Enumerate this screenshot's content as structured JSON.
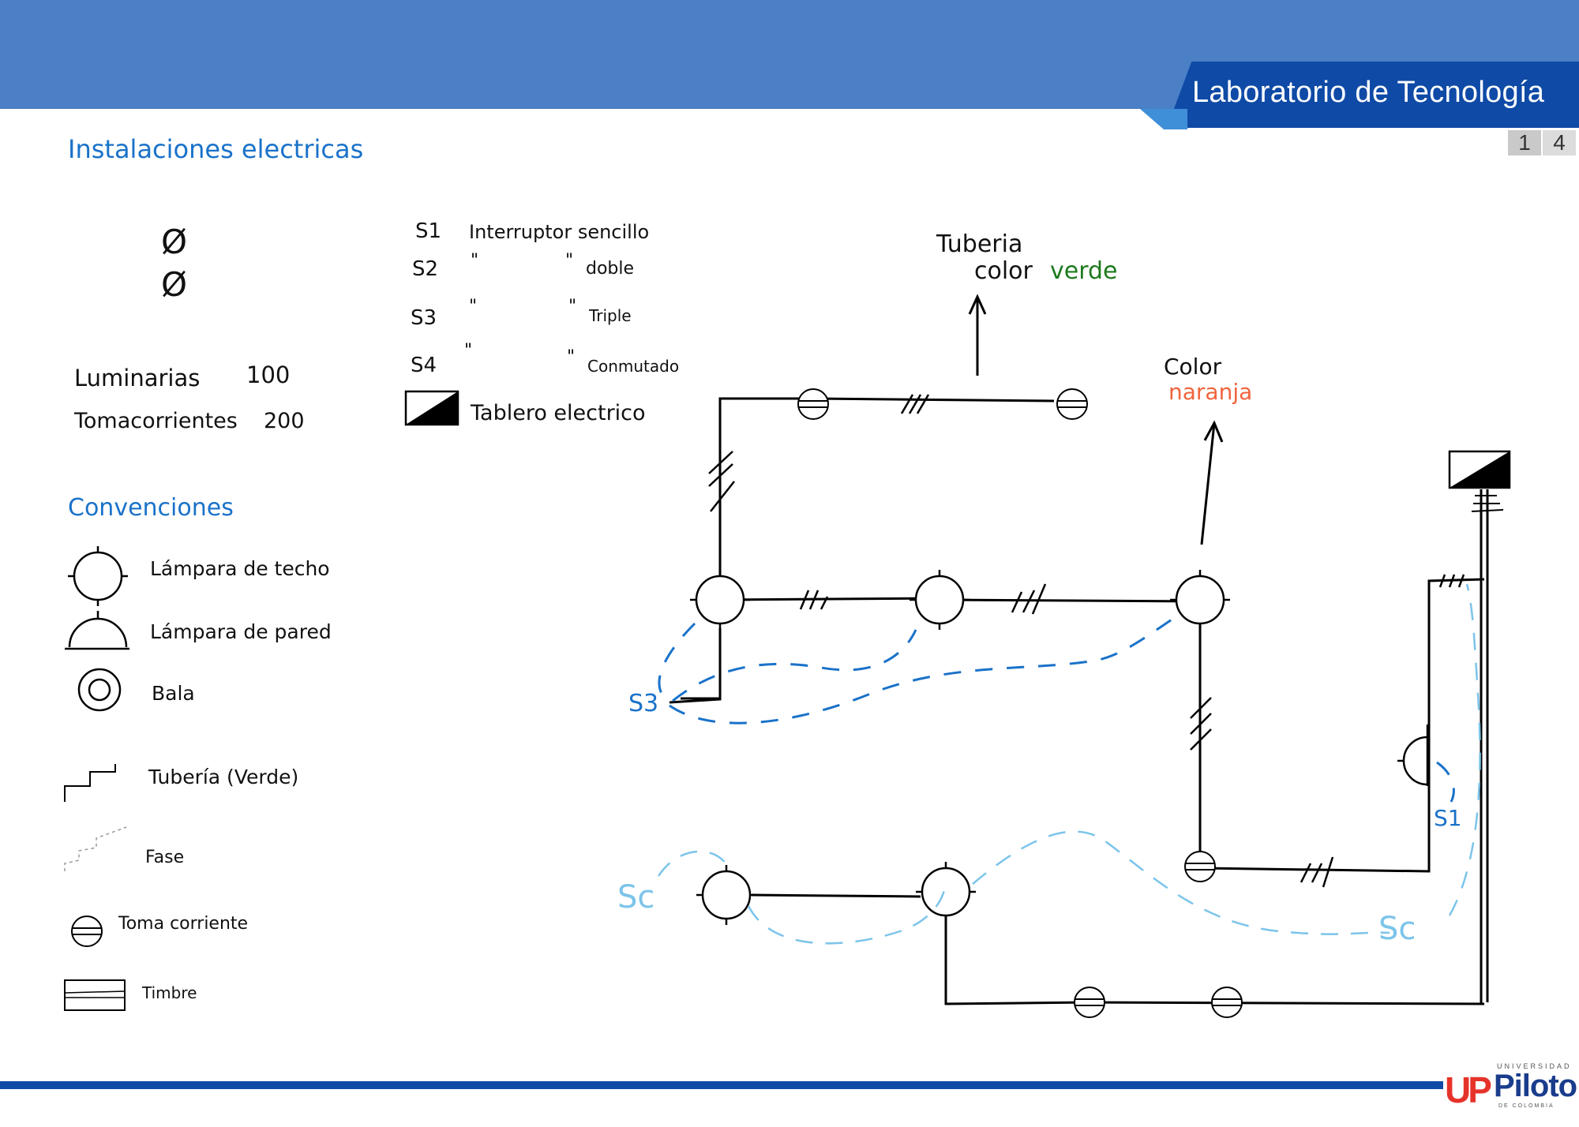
{
  "header": {
    "title": "Laboratorio de Tecnología",
    "page_current": "1",
    "page_total": "4"
  },
  "heading": "Instalaciones electricas",
  "phi_symbol": "Ø",
  "quantities": {
    "luminarias_label": "Luminarias",
    "luminarias_value": "100",
    "tomacorrientes_label": "Tomacorrientes",
    "tomacorrientes_value": "200"
  },
  "switch_legend": [
    {
      "code": "S1",
      "text": "Interruptor sencillo"
    },
    {
      "code": "S2",
      "text": "doble"
    },
    {
      "code": "S3",
      "text": "Triple"
    },
    {
      "code": "S4",
      "text": "Conmutado"
    }
  ],
  "ditto_mark": "\"",
  "tablero_label": "Tablero electrico",
  "conventions": {
    "title": "Convenciones",
    "items": [
      "Lámpara de techo",
      "Lámpara de pared",
      "Bala",
      "Tubería (Verde)",
      "Fase",
      "Toma corriente",
      "Timbre"
    ]
  },
  "annotations": {
    "tuberia_line1": "Tuberia",
    "tuberia_line2_prefix": "color",
    "tuberia_line2_color": "verde",
    "naranja_line1": "Color",
    "naranja_line2": "naranja",
    "s3": "S3",
    "s1": "S1",
    "sc_left": "Sc",
    "sc_right": "Sc"
  },
  "colors": {
    "header": "#4b7fc6",
    "tab": "#0f4aa6",
    "handwriting_blue": "#1a72c9",
    "phase_light_blue": "#7cc4ea",
    "green": "#1d7a1d",
    "orange": "#f0643c"
  },
  "logo": {
    "mark": "UP",
    "top": "UNIVERSIDAD",
    "name": "Piloto",
    "bottom": "DE COLOMBIA"
  }
}
